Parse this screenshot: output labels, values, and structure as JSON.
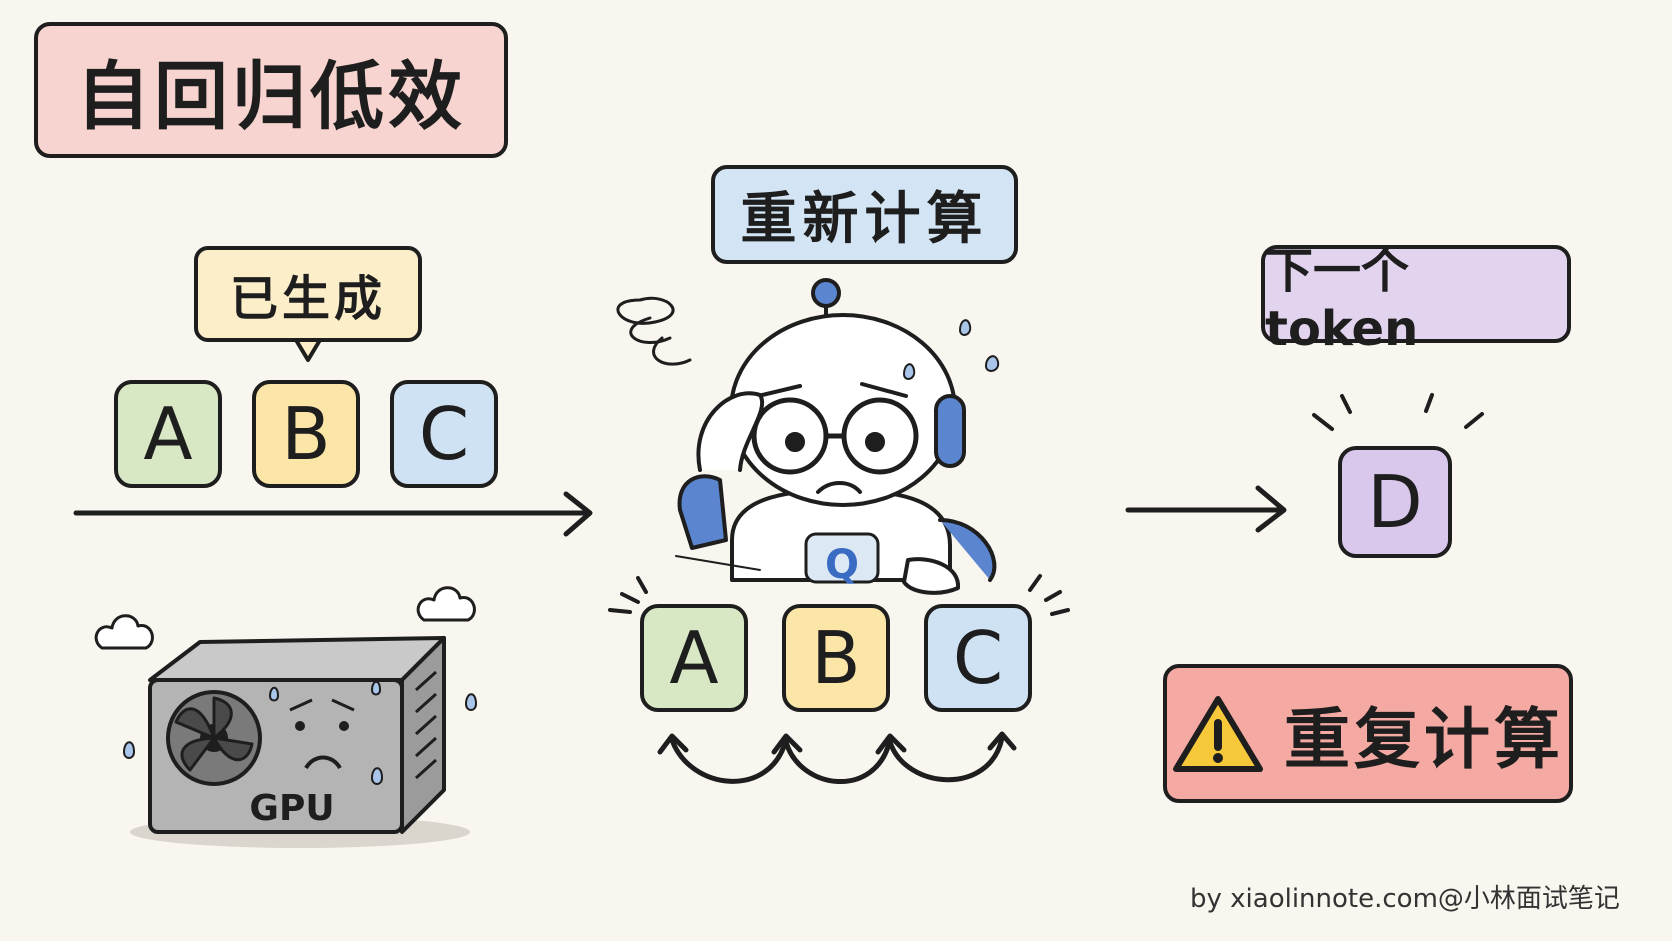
{
  "title": "自回归低效",
  "label_generated": "已生成",
  "label_recompute": "重新计算",
  "label_next": "下一个 token",
  "warning_text": "重复计算",
  "tokens_in": [
    "A",
    "B",
    "C"
  ],
  "tokens_recomputed": [
    "A",
    "B",
    "C"
  ],
  "next_token": "D",
  "gpu_text": "GPU",
  "robot_badge": "Q",
  "credit": "by xiaolinnote.com@小林面试笔记"
}
